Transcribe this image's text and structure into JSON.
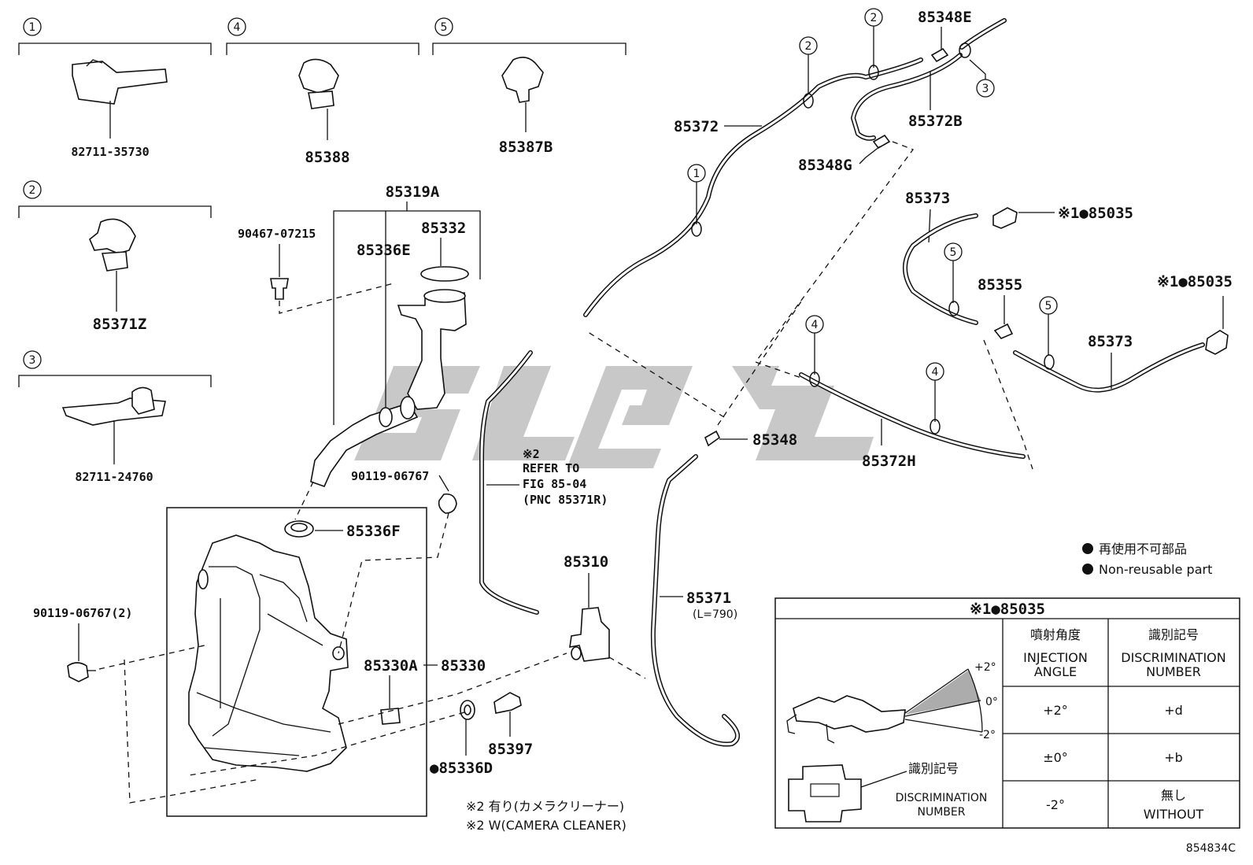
{
  "callouts": {
    "g1": "1",
    "g2": "2",
    "g3": "3",
    "g4": "4",
    "g5": "5"
  },
  "groups": {
    "g1_part": "82711-35730",
    "g2_part": "85371Z",
    "g3_part": "82711-24760",
    "g4_part": "85388",
    "g5_part": "85387B"
  },
  "parts": {
    "p85319A": "85319A",
    "p85332": "85332",
    "p85336E": "85336E",
    "p90467": "90467-07215",
    "p85336F": "85336F",
    "p90119a": "90119-06767",
    "p90119b": "90119-06767(2)",
    "p85330A": "85330A",
    "p85330": "85330",
    "p85336D": "●85336D",
    "p85397": "85397",
    "p85310": "85310",
    "p85371": "85371",
    "p85371len": "(L=790)",
    "p85348": "85348",
    "p85372": "85372",
    "p85372B": "85372B",
    "p85348E": "85348E",
    "p85348G": "85348G",
    "p85373a": "85373",
    "p85373b": "85373",
    "p85355": "85355",
    "p85035a": "※1●85035",
    "p85035b": "※1●85035",
    "p85372H": "85372H"
  },
  "refer": {
    "mark": "※2",
    "line1": "REFER TO",
    "line2": "FIG 85-04",
    "line3": "(PNC 85371R)"
  },
  "notes": {
    "cam_jp": "※2 有り(カメラクリーナー)",
    "cam_en": "※2 W(CAMERA CLEANER)"
  },
  "legend": {
    "jp": "再使用不可部品",
    "en": "Non-reusable part"
  },
  "table": {
    "title": "※1●85035",
    "h1_jp": "噴射角度",
    "h1_en1": "INJECTION",
    "h1_en2": "ANGLE",
    "h2_jp": "識別記号",
    "h2_en1": "DISCRIMINATION",
    "h2_en2": "NUMBER",
    "rows": [
      {
        "angle": "+2°",
        "code": "+d"
      },
      {
        "angle": "±0°",
        "code": "+b"
      },
      {
        "angle": "-2°",
        "code_jp": "無し",
        "code_en": "WITHOUT"
      }
    ],
    "ang_p2": "+2°",
    "ang_0": "0°",
    "ang_m2": "-2°",
    "disc_jp": "識別記号",
    "disc_en1": "DISCRIMINATION",
    "disc_en2": "NUMBER"
  },
  "figure_id": "854834C"
}
